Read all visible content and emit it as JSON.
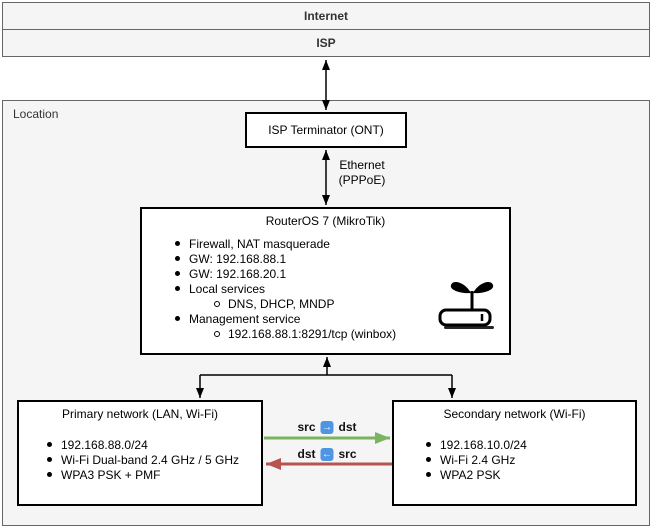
{
  "diagram": {
    "internet": {
      "label": "Internet"
    },
    "isp": {
      "label": "ISP"
    },
    "location": {
      "label": "Location",
      "ont": {
        "title": "ISP Terminator (ONT)"
      },
      "wan_link": {
        "label_line1": "Ethernet",
        "label_line2": "(PPPoE)"
      },
      "router": {
        "title": "RouterOS 7 (MikroTik)",
        "features": [
          "Firewall, NAT masquerade",
          "GW: 192.168.88.1",
          "GW: 192.168.20.1",
          "Local services",
          "DNS, DHCP, MNDP",
          "Management service",
          "192.168.88.1:8291/tcp (winbox)"
        ]
      },
      "primary_network": {
        "title": "Primary network (LAN, Wi-Fi)",
        "items": [
          "192.168.88.0/24",
          "Wi-Fi Dual-band 2.4 GHz / 5 GHz",
          "WPA3 PSK + PMF"
        ]
      },
      "secondary_network": {
        "title": "Secondary network (Wi-Fi)",
        "items": [
          "192.168.10.0/24",
          "Wi-Fi 2.4 GHz",
          "WPA2 PSK"
        ]
      },
      "flows": {
        "forward": {
          "src": "src",
          "arrow": "→",
          "dst": "dst"
        },
        "reverse": {
          "dst": "dst",
          "arrow": "←",
          "src": "src"
        }
      }
    },
    "colors": {
      "green_arrow": "#7cb35f",
      "red_arrow": "#b85450",
      "emoji_blue": "#4e96e3",
      "panel_fill": "#f5f5f5",
      "panel_border": "#666666",
      "node_border": "#000000"
    }
  }
}
